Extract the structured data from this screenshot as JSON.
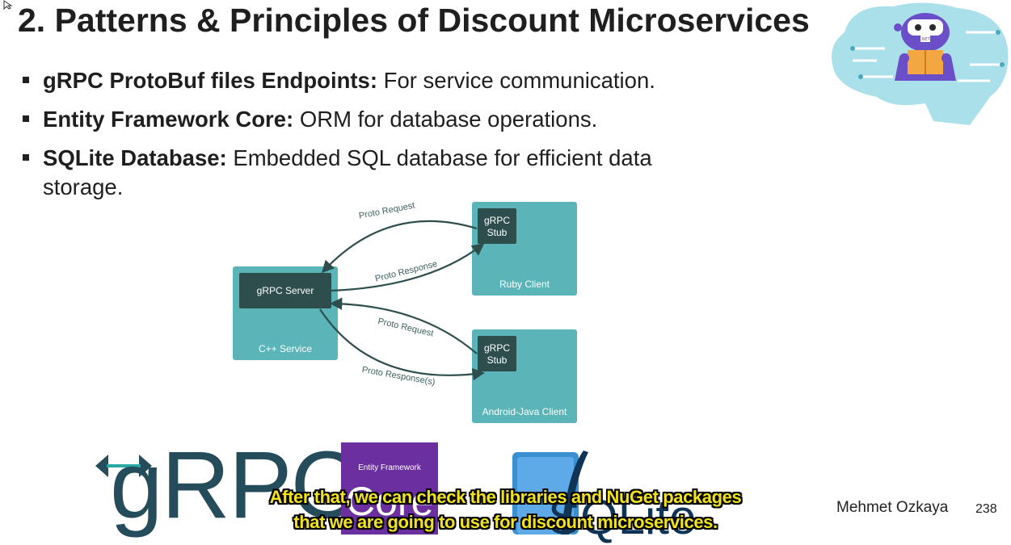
{
  "slide": {
    "title": "2. Patterns & Principles of Discount Microservices",
    "bullets": [
      {
        "bold": "gRPC ProtoBuf files Endpoints:",
        "text": " For service communication."
      },
      {
        "bold": "Entity Framework Core:",
        "text": " ORM for database operations."
      },
      {
        "bold": "SQLite Database:",
        "text": " Embedded SQL database for efficient data storage."
      }
    ],
    "author": "Mehmet Ozkaya",
    "page_number": "238"
  },
  "diagram": {
    "server_box": "gRPC Server",
    "server_container": "C++ Service",
    "ruby_stub": "gRPC Stub",
    "ruby_container": "Ruby Client",
    "android_stub": "gRPC Stub",
    "android_container": "Android-Java Client",
    "arrow_top_request": "Proto Request",
    "arrow_top_response": "Proto Response",
    "arrow_bottom_request": "Proto Request",
    "arrow_bottom_response": "Proto Response(s)",
    "colors": {
      "container": "#5ab4b8",
      "box": "#2e4e4e",
      "arrow": "#2e4e4e"
    }
  },
  "logos": {
    "grpc": "gRPC",
    "ef_caption": "Entity Framework",
    "ef_mark": "Core",
    "sqlite": "SQLite",
    "mascot_badge": ".NET"
  },
  "subtitle": {
    "line1": "After that, we can check the libraries and NuGet packages",
    "line2": "that we are going to use for discount microservices."
  }
}
